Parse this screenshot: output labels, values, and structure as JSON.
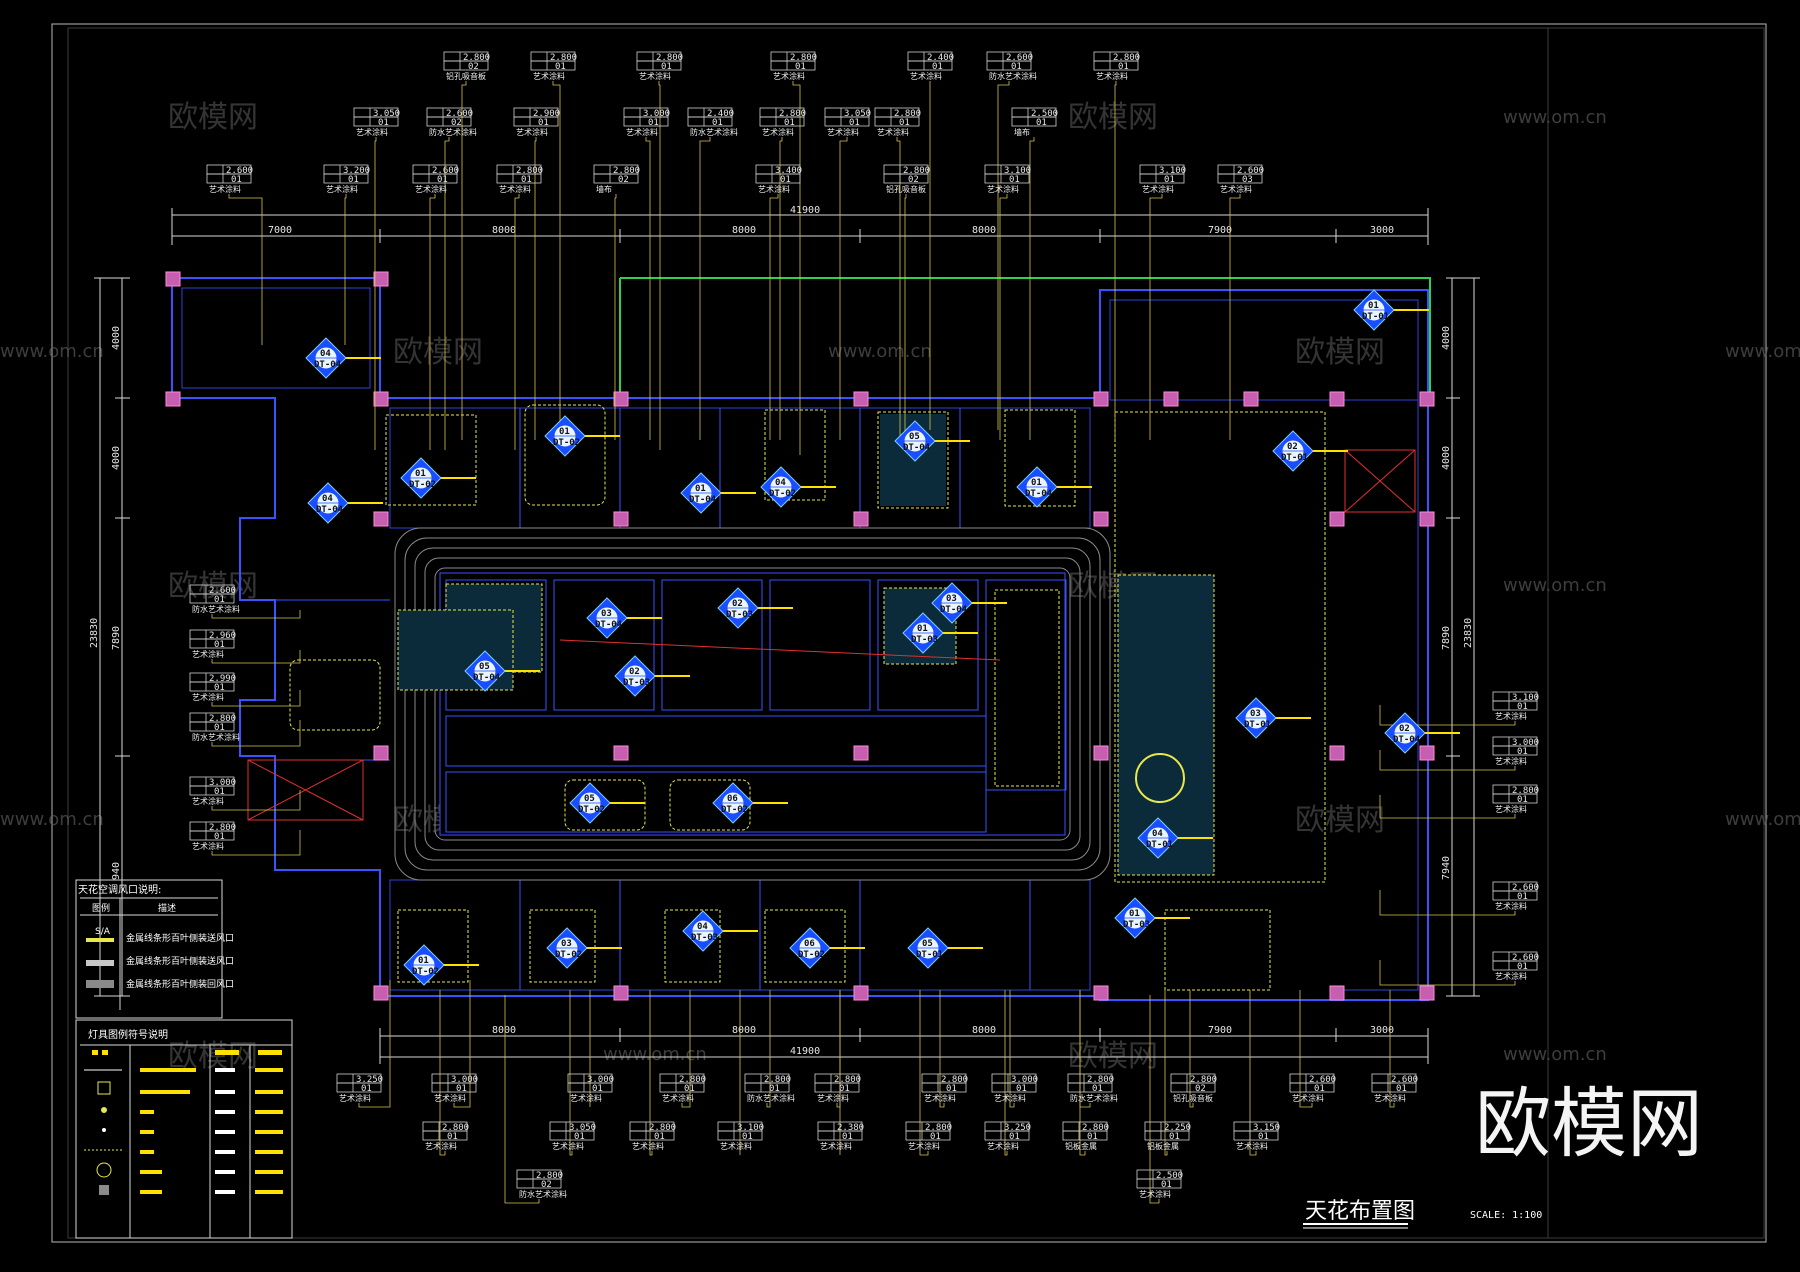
{
  "drawing": {
    "title": "天花布置图",
    "scale": "SCALE: 1:100",
    "watermark_text": "欧模网",
    "watermark_url": "www.om.cn",
    "brand": "欧模网"
  },
  "dimensions": {
    "overall_width": "41900",
    "top_segments": [
      "7000",
      "8000",
      "8000",
      "8000",
      "7900",
      "3000"
    ],
    "bottom_segments": [
      "8000",
      "8000",
      "8000",
      "7900",
      "3000"
    ],
    "left_height": "23830",
    "left_segments": [
      "4000",
      "4000",
      "7890",
      "940"
    ],
    "right_height": "23830",
    "right_segments": [
      "4000",
      "4000",
      "7890",
      "7940"
    ]
  },
  "legend_vents": {
    "title": "天花空调风口说明:",
    "header": [
      "图例",
      "描述"
    ],
    "rows": [
      "S/A",
      "金属线条形百叶侧装送风口",
      "金属线条形百叶侧装送风口",
      "金属线条形百叶侧装回风口"
    ]
  },
  "legend_lights": {
    "title": "灯具图例符号说明"
  },
  "markers": [
    {
      "num": "04",
      "code": "DT-04"
    },
    {
      "num": "01",
      "code": "DT-02"
    },
    {
      "num": "01",
      "code": "DT-02"
    },
    {
      "num": "01",
      "code": "DT-04"
    },
    {
      "num": "04",
      "code": "DT-02"
    },
    {
      "num": "05",
      "code": "DT-04"
    },
    {
      "num": "01",
      "code": "DT-04"
    },
    {
      "num": "04",
      "code": "DT-04"
    },
    {
      "num": "02",
      "code": "DT-01"
    },
    {
      "num": "01",
      "code": "DT-01"
    },
    {
      "num": "03",
      "code": "DT-04"
    },
    {
      "num": "02",
      "code": "DT-03"
    },
    {
      "num": "03",
      "code": "DT-04"
    },
    {
      "num": "05",
      "code": "DT-04"
    },
    {
      "num": "02",
      "code": "DT-03"
    },
    {
      "num": "01",
      "code": "DT-03"
    },
    {
      "num": "03",
      "code": "DT-01"
    },
    {
      "num": "02",
      "code": "DT-04"
    },
    {
      "num": "05",
      "code": "DT-02"
    },
    {
      "num": "06",
      "code": "DT-02"
    },
    {
      "num": "04",
      "code": "DT-01"
    },
    {
      "num": "01",
      "code": "DT-02"
    },
    {
      "num": "03",
      "code": "DT-02"
    },
    {
      "num": "04",
      "code": "DT-03"
    },
    {
      "num": "06",
      "code": "DT-02"
    },
    {
      "num": "05",
      "code": "DT-01"
    },
    {
      "num": "01",
      "code": "DT-03"
    }
  ],
  "tags": [
    {
      "h": "2.800",
      "m": "02",
      "n": "铝孔吸音板"
    },
    {
      "h": "2.800",
      "m": "01",
      "n": "艺术涂料"
    },
    {
      "h": "2.800",
      "m": "01",
      "n": "艺术涂料"
    },
    {
      "h": "2.800",
      "m": "01",
      "n": "艺术涂料"
    },
    {
      "h": "2.400",
      "m": "01",
      "n": "艺术涂料"
    },
    {
      "h": "2.600",
      "m": "01",
      "n": "防水艺术涂料"
    },
    {
      "h": "2.800",
      "m": "01",
      "n": "艺术涂料"
    },
    {
      "h": "3.050",
      "m": "01",
      "n": "艺术涂料"
    },
    {
      "h": "2.600",
      "m": "02",
      "n": "防水艺术涂料"
    },
    {
      "h": "2.900",
      "m": "01",
      "n": "艺术涂料"
    },
    {
      "h": "3.000",
      "m": "01",
      "n": "艺术涂料"
    },
    {
      "h": "2.400",
      "m": "01",
      "n": "防水艺术涂料"
    },
    {
      "h": "2.800",
      "m": "01",
      "n": "艺术涂料"
    },
    {
      "h": "3.050",
      "m": "01",
      "n": "艺术涂料"
    },
    {
      "h": "2.800",
      "m": "01",
      "n": "艺术涂料"
    },
    {
      "h": "2.500",
      "m": "01",
      "n": "墙布"
    },
    {
      "h": "2.600",
      "m": "01",
      "n": "艺术涂料"
    },
    {
      "h": "3.200",
      "m": "01",
      "n": "艺术涂料"
    },
    {
      "h": "2.600",
      "m": "01",
      "n": "艺术涂料"
    },
    {
      "h": "2.800",
      "m": "01",
      "n": "艺术涂料"
    },
    {
      "h": "2.800",
      "m": "02",
      "n": "墙布"
    },
    {
      "h": "3.400",
      "m": "01",
      "n": "艺术涂料"
    },
    {
      "h": "2.800",
      "m": "02",
      "n": "铝孔吸音板"
    },
    {
      "h": "3.100",
      "m": "01",
      "n": "艺术涂料"
    },
    {
      "h": "3.100",
      "m": "01",
      "n": "艺术涂料"
    },
    {
      "h": "2.600",
      "m": "03",
      "n": "艺术涂料"
    },
    {
      "h": "2.600",
      "m": "01",
      "n": "防水艺术涂料"
    },
    {
      "h": "2.960",
      "m": "01",
      "n": "艺术涂料"
    },
    {
      "h": "2.990",
      "m": "01",
      "n": "艺术涂料"
    },
    {
      "h": "2.800",
      "m": "01",
      "n": "防水艺术涂料"
    },
    {
      "h": "3.000",
      "m": "01",
      "n": "艺术涂料"
    },
    {
      "h": "2.800",
      "m": "01",
      "n": "艺术涂料"
    },
    {
      "h": "3.100",
      "m": "01",
      "n": "艺术涂料"
    },
    {
      "h": "3.000",
      "m": "01",
      "n": "艺术涂料"
    },
    {
      "h": "2.800",
      "m": "01",
      "n": "艺术涂料"
    },
    {
      "h": "2.600",
      "m": "01",
      "n": "艺术涂料"
    },
    {
      "h": "2.600",
      "m": "01",
      "n": "艺术涂料"
    },
    {
      "h": "3.250",
      "m": "01",
      "n": "艺术涂料"
    },
    {
      "h": "3.000",
      "m": "01",
      "n": "艺术涂料"
    },
    {
      "h": "3.000",
      "m": "01",
      "n": "艺术涂料"
    },
    {
      "h": "2.800",
      "m": "01",
      "n": "艺术涂料"
    },
    {
      "h": "2.800",
      "m": "01",
      "n": "防水艺术涂料"
    },
    {
      "h": "2.800",
      "m": "01",
      "n": "艺术涂料"
    },
    {
      "h": "2.800",
      "m": "01",
      "n": "艺术涂料"
    },
    {
      "h": "3.000",
      "m": "01",
      "n": "艺术涂料"
    },
    {
      "h": "2.800",
      "m": "01",
      "n": "防水艺术涂料"
    },
    {
      "h": "2.800",
      "m": "02",
      "n": "铝孔吸音板"
    },
    {
      "h": "2.600",
      "m": "01",
      "n": "艺术涂料"
    },
    {
      "h": "2.600",
      "m": "01",
      "n": "艺术涂料"
    },
    {
      "h": "2.800",
      "m": "01",
      "n": "艺术涂料"
    },
    {
      "h": "3.050",
      "m": "01",
      "n": "艺术涂料"
    },
    {
      "h": "2.800",
      "m": "01",
      "n": "艺术涂料"
    },
    {
      "h": "3.100",
      "m": "01",
      "n": "艺术涂料"
    },
    {
      "h": "2.380",
      "m": "01",
      "n": "艺术涂料"
    },
    {
      "h": "2.800",
      "m": "01",
      "n": "艺术涂料"
    },
    {
      "h": "3.250",
      "m": "01",
      "n": "艺术涂料"
    },
    {
      "h": "2.800",
      "m": "01",
      "n": "铝板金属"
    },
    {
      "h": "2.250",
      "m": "01",
      "n": "铝板金属"
    },
    {
      "h": "3.150",
      "m": "01",
      "n": "艺术涂料"
    },
    {
      "h": "2.800",
      "m": "02",
      "n": "防水艺术涂料"
    },
    {
      "h": "2.500",
      "m": "01",
      "n": "艺术涂料"
    }
  ]
}
